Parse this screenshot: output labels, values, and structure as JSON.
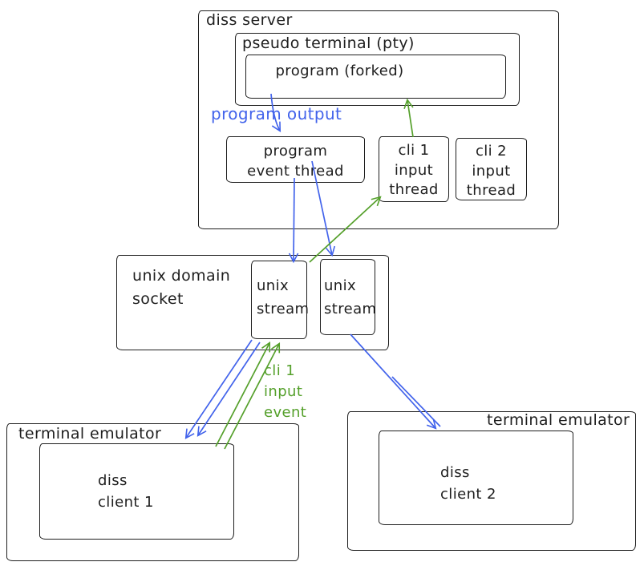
{
  "colors": {
    "stroke": "#1e1e1e",
    "blue": "#4263eb",
    "green": "#55a02b",
    "background": "#ffffff"
  },
  "diagram": {
    "server": {
      "title": "diss server"
    },
    "pty": {
      "title": "pseudo terminal (pty)"
    },
    "program": {
      "label": "program (forked)"
    },
    "event_thread": {
      "lines": [
        "program",
        "event thread"
      ]
    },
    "cli1_thread": {
      "lines": [
        "cli 1",
        "input",
        "thread"
      ]
    },
    "cli2_thread": {
      "lines": [
        "cli 2",
        "input",
        "thread"
      ]
    },
    "socket": {
      "lines": [
        "unix domain",
        "socket"
      ]
    },
    "stream1": {
      "lines": [
        "unix",
        "stream"
      ]
    },
    "stream2": {
      "lines": [
        "unix",
        "stream"
      ]
    },
    "term1": {
      "title": "terminal emulator"
    },
    "client1": {
      "lines": [
        "diss",
        "client 1"
      ]
    },
    "term2": {
      "title": "terminal emulator"
    },
    "client2": {
      "lines": [
        "diss",
        "client 2"
      ]
    },
    "annotations": {
      "program_output": "program output",
      "cli1_input_event": [
        "cli 1",
        "input",
        "event"
      ]
    }
  }
}
